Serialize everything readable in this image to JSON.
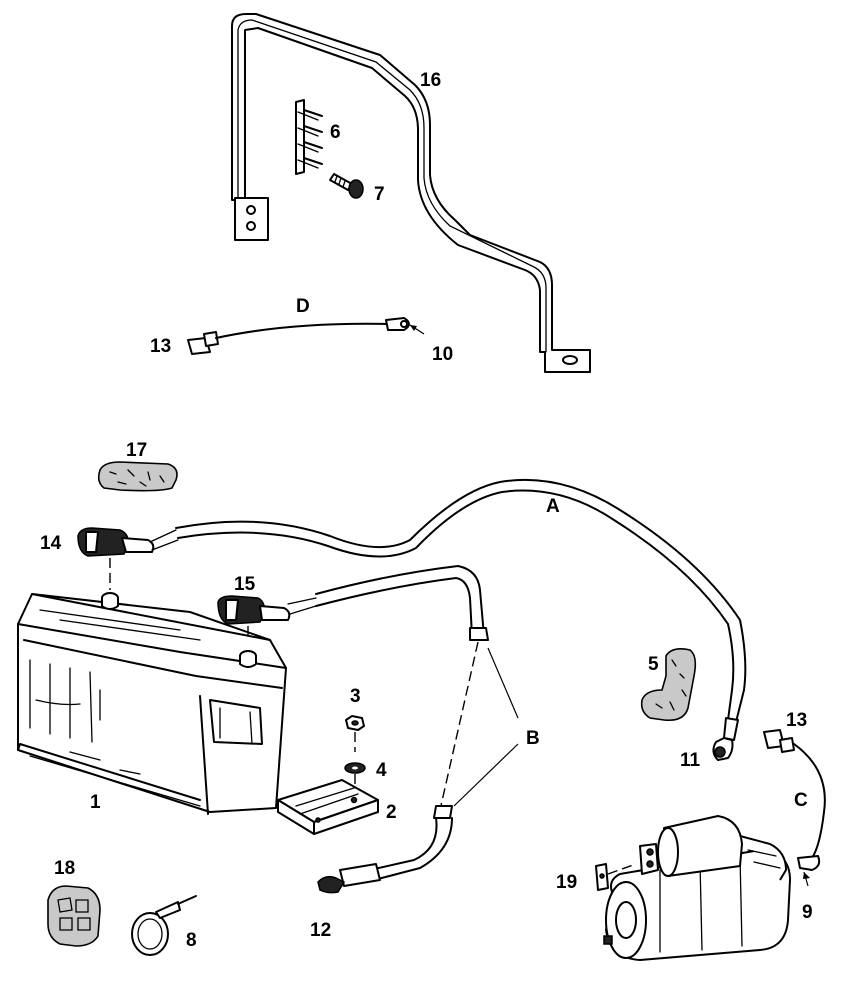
{
  "diagram": {
    "callouts": {
      "c16": "16",
      "c6": "6",
      "c7": "7",
      "cD": "D",
      "c13a": "13",
      "c10": "10",
      "c17": "17",
      "c14": "14",
      "c15": "15",
      "cA": "A",
      "c5": "5",
      "c13b": "13",
      "c3": "3",
      "c4": "4",
      "c2": "2",
      "c1": "1",
      "cB": "B",
      "c11": "11",
      "cC": "C",
      "c18": "18",
      "c8": "8",
      "c12": "12",
      "c19": "19",
      "c9": "9"
    }
  }
}
